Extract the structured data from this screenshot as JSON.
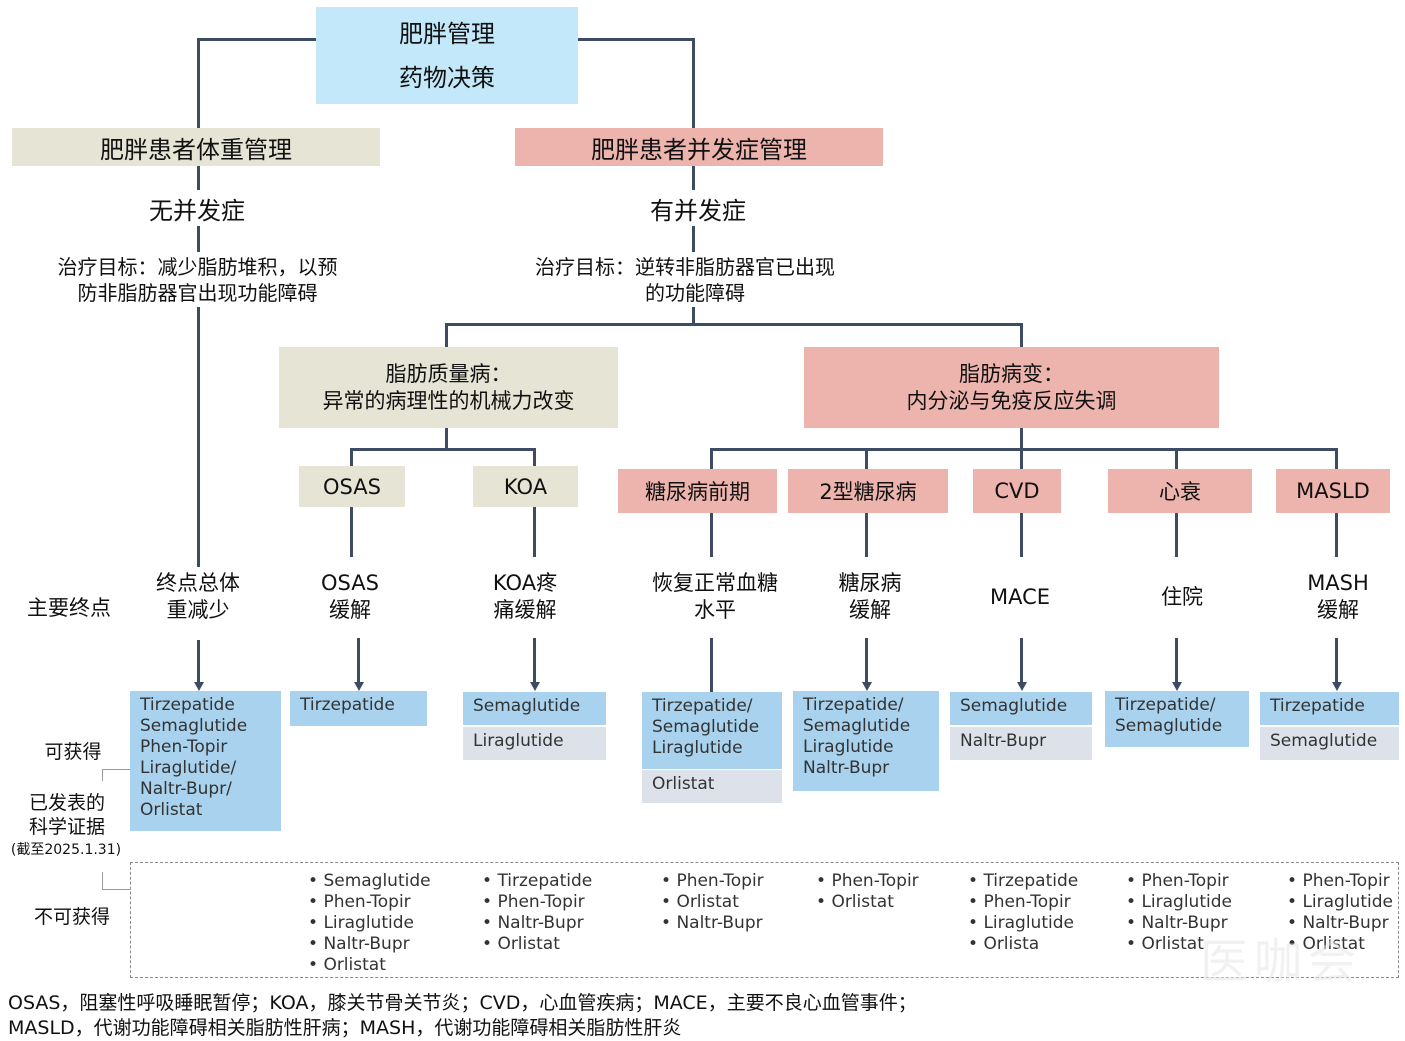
{
  "root": {
    "line1": "肥胖管理",
    "line2": "药物决策"
  },
  "branches": {
    "left": {
      "title": "肥胖患者体重管理",
      "condition": "无并发症",
      "goal_line1": "治疗目标：减少脂肪堆积，以预",
      "goal_line2": "防非脂肪器官出现功能障碍"
    },
    "right": {
      "title": "肥胖患者并发症管理",
      "condition": "有并发症",
      "goal_line1": "治疗目标：逆转非脂肪器官已出现",
      "goal_line2": "的功能障碍"
    }
  },
  "categories": {
    "mass": {
      "line1": "脂肪质量病：",
      "line2": "异常的病理性的机械力改变"
    },
    "sick": {
      "line1": "脂肪病变：",
      "line2": "内分泌与免疫反应失调"
    }
  },
  "row_labels": {
    "endpoint": "主要终点",
    "available": "可获得",
    "evidence_line1": "已发表的",
    "evidence_line2": "科学证据",
    "evidence_date": "(截至2025.1.31)",
    "unavailable": "不可获得"
  },
  "columns": [
    {
      "id": "weight",
      "condition": "",
      "endpoint": [
        "终点总体",
        "重减少"
      ],
      "available_primary": [
        "Tirzepatide",
        "Semaglutide",
        "Phen-Topir",
        "Liraglutide/",
        "Naltr-Bupr/",
        "Orlistat"
      ],
      "available_secondary": [],
      "unavailable": []
    },
    {
      "id": "osas",
      "condition": "OSAS",
      "endpoint": [
        "OSAS",
        "缓解"
      ],
      "available_primary": [
        "Tirzepatide"
      ],
      "available_secondary": [],
      "unavailable": [
        "Semaglutide",
        "Phen-Topir",
        "Liraglutide",
        "Naltr-Bupr",
        "Orlistat"
      ]
    },
    {
      "id": "koa",
      "condition": "KOA",
      "endpoint": [
        "KOA疼",
        "痛缓解"
      ],
      "available_primary": [
        "Semaglutide"
      ],
      "available_secondary": [
        "Liraglutide"
      ],
      "unavailable": [
        "Tirzepatide",
        "Phen-Topir",
        "Naltr-Bupr",
        "Orlistat"
      ]
    },
    {
      "id": "prediabetes",
      "condition": "糖尿病前期",
      "endpoint": [
        "恢复正常血糖",
        "水平"
      ],
      "available_primary": [
        "Tirzepatide/",
        "Semaglutide",
        "Liraglutide"
      ],
      "available_secondary": [
        "Orlistat"
      ],
      "unavailable": [
        "Phen-Topir",
        "Orlistat",
        "Naltr-Bupr"
      ]
    },
    {
      "id": "t2d",
      "condition": "2型糖尿病",
      "endpoint": [
        "糖尿病",
        "缓解"
      ],
      "available_primary": [
        "Tirzepatide/",
        "Semaglutide",
        "Liraglutide",
        "Naltr-Bupr"
      ],
      "available_secondary": [],
      "unavailable": [
        "Phen-Topir",
        "Orlistat"
      ]
    },
    {
      "id": "cvd",
      "condition": "CVD",
      "endpoint": [
        "MACE"
      ],
      "available_primary": [
        "Semaglutide"
      ],
      "available_secondary": [
        "Naltr-Bupr"
      ],
      "unavailable": [
        "Tirzepatide",
        "Phen-Topir",
        "Liraglutide",
        "Orlista"
      ]
    },
    {
      "id": "hf",
      "condition": "心衰",
      "endpoint": [
        "住院"
      ],
      "available_primary": [
        "Tirzepatide/",
        "Semaglutide"
      ],
      "available_secondary": [],
      "unavailable": [
        "Phen-Topir",
        "Liraglutide",
        "Naltr-Bupr",
        "Orlistat"
      ]
    },
    {
      "id": "masld",
      "condition": "MASLD",
      "endpoint": [
        "MASH",
        "缓解"
      ],
      "available_primary": [
        "Tirzepatide"
      ],
      "available_secondary": [
        "Semaglutide"
      ],
      "unavailable": [
        "Phen-Topir",
        "Liraglutide",
        "Naltr-Bupr",
        "Orlistat"
      ]
    }
  ],
  "footnote": {
    "line1": "OSAS，阻塞性呼吸睡眠暂停；KOA，膝关节骨关节炎；CVD，心血管疾病；MACE，主要不良心血管事件；",
    "line2": "MASLD，代谢功能障碍相关脂肪性肝病；MASH，代谢功能障碍相关脂肪性肝炎"
  },
  "watermark": "医咖会",
  "colors": {
    "root": "#c2e8f9",
    "beige": "#e5e4d5",
    "pink": "#edb4ae",
    "drug_blue": "#a8d2ee",
    "drug_gray": "#dde2ea",
    "line": "#3d4c63"
  }
}
